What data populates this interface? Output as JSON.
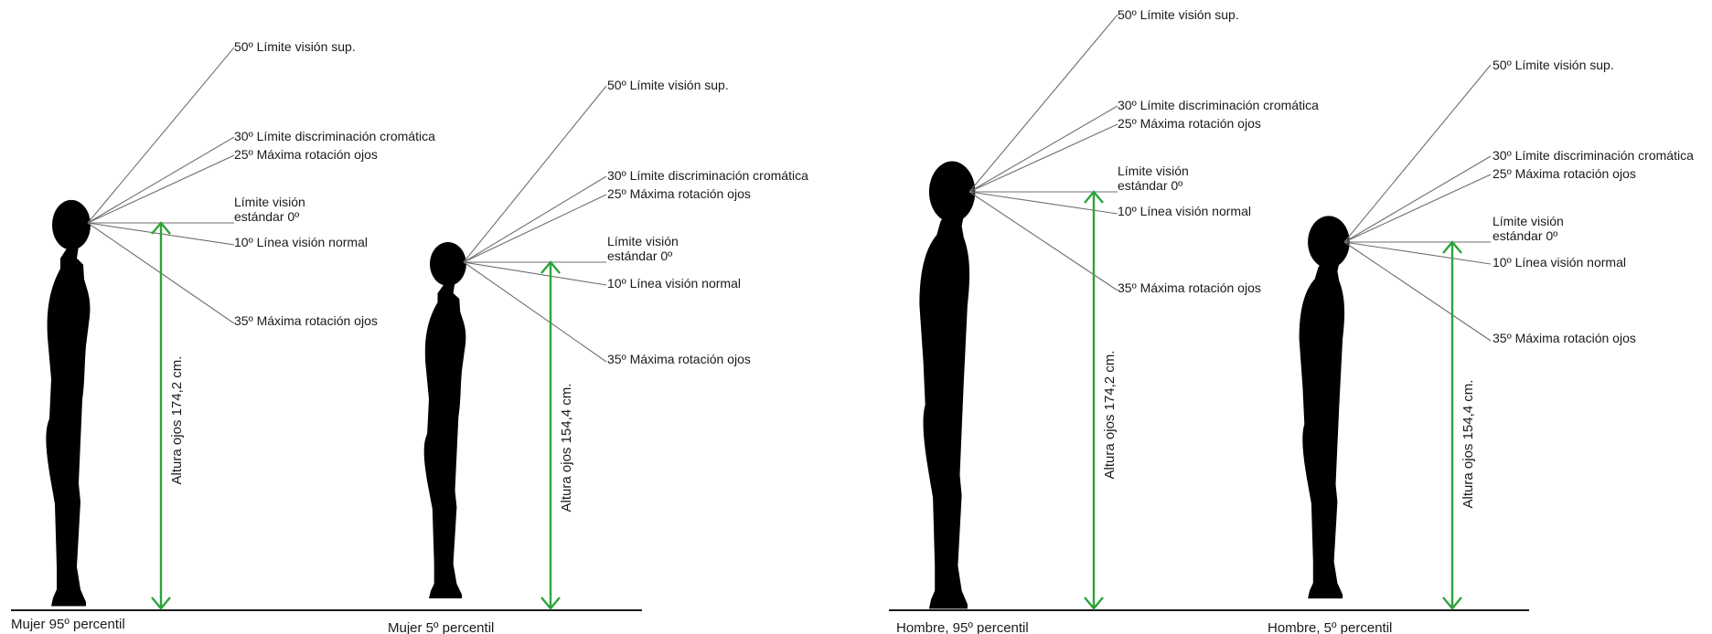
{
  "colors": {
    "arrow": "#2ea33a",
    "skin": "#fbdcb8",
    "ray": "#6e6e6e",
    "outline": "#1a1a1a"
  },
  "panels": [
    {
      "caption": "Mujer 95º percentil",
      "height_label": "Altura ojos 174,2 cm.",
      "labels": {
        "sup": "50º Límite visión sup.",
        "crom": "30º Límite discriminación cromática",
        "rot25": "25º Máxima rotación ojos",
        "std1": "Límite visión",
        "std2": "estándar  0º",
        "normal": "10º Línea visión normal",
        "rot35": "35º Máxima rotación ojos"
      }
    },
    {
      "caption": "Mujer 5º percentil",
      "height_label": "Altura ojos 154,4 cm.",
      "labels": {
        "sup": "50º Límite visión sup.",
        "crom": "30º Límite discriminación cromática",
        "rot25": "25º Máxima rotación ojos",
        "std1": "Límite visión",
        "std2": "estándar  0º",
        "normal": "10º Línea visión normal",
        "rot35": "35º Máxima rotación ojos"
      }
    },
    {
      "caption": "Hombre, 95º percentil",
      "height_label": "Altura ojos 174,2 cm.",
      "labels": {
        "sup": "50º Límite visión sup.",
        "crom": "30º Límite discriminación cromática",
        "rot25": "25º Máxima rotación ojos",
        "std1": "Límite visión",
        "std2": "estándar  0º",
        "normal": "10º Línea visión normal",
        "rot35": "35º Máxima rotación ojos"
      }
    },
    {
      "caption": "Hombre, 5º percentil",
      "height_label": "Altura ojos 154,4 cm.",
      "labels": {
        "sup": "50º Límite visión sup.",
        "crom": "30º Límite discriminación cromática",
        "rot25": "25º Máxima rotación ojos",
        "std1": "Límite visión",
        "std2": "estándar  0º",
        "normal": "10º Línea visión normal",
        "rot35": "35º Máxima rotación ojos"
      }
    }
  ]
}
